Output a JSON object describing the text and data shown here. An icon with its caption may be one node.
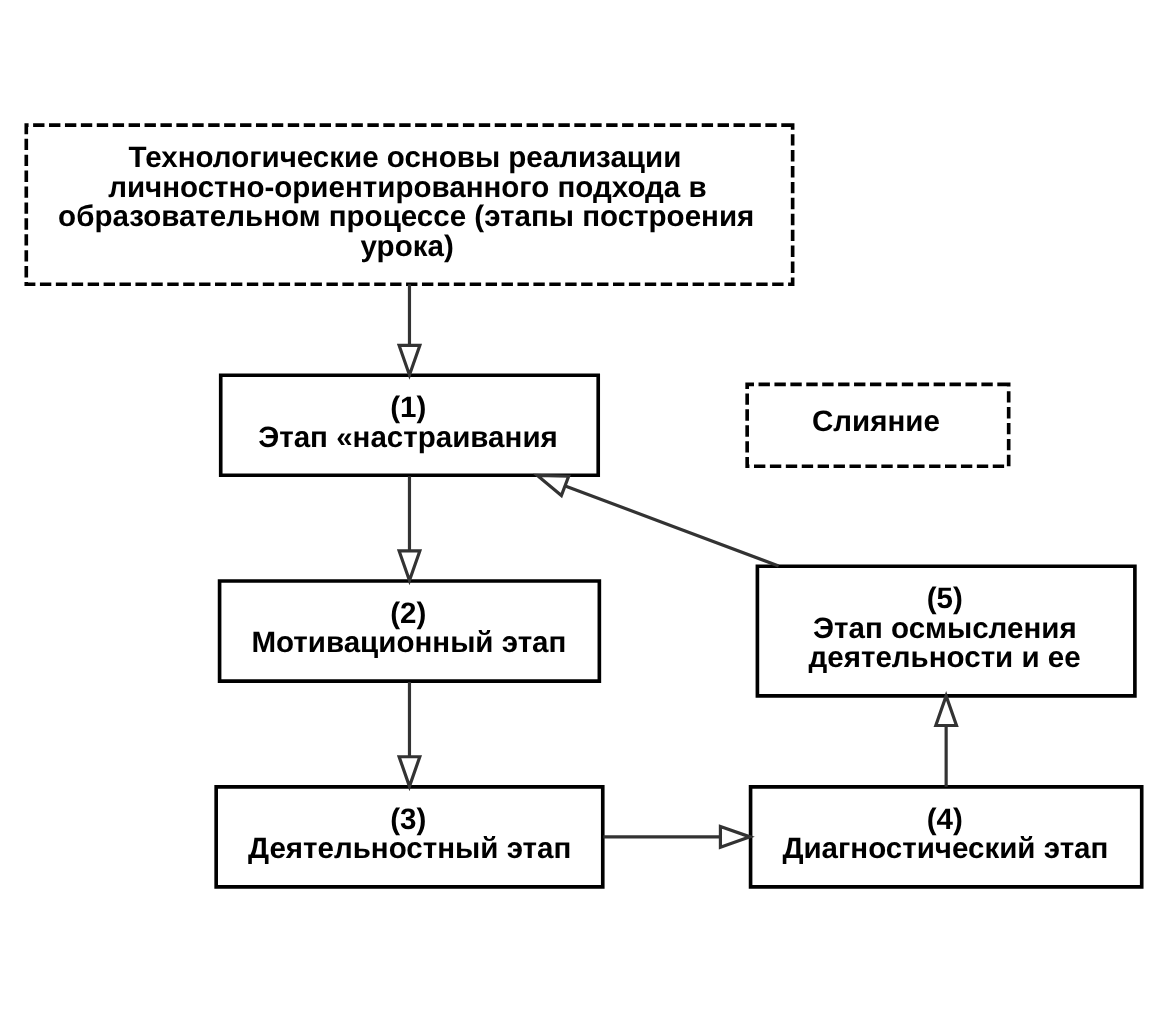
{
  "diagram": {
    "nodes": [
      {
        "text": [
          "Технологические основы реализации личностно-ориентированного подхода в образовательном процессе (этапы построения урока)"
        ]
      },
      {
        "text": [
          "(1)",
          "Этап «настраивания"
        ]
      },
      {
        "text": [
          "(2)",
          "Мотивационный этап"
        ]
      },
      {
        "text": [
          "(3)",
          "Деятельностный этап"
        ]
      },
      {
        "text": [
          "(4)",
          "Диагностический этап"
        ]
      },
      {
        "text": [
          "(5)",
          "Этап осмысления деятельности и ее"
        ]
      },
      {
        "text": [
          "Слияние"
        ]
      }
    ],
    "edges": [
      {
        "from": 0,
        "to": 1,
        "arrow": "to"
      },
      {
        "from": 1,
        "to": 2,
        "arrow": "to"
      },
      {
        "from": 2,
        "to": 3,
        "arrow": "to"
      },
      {
        "from": 3,
        "to": 4,
        "arrow": "to"
      },
      {
        "from": 4,
        "to": 5,
        "arrow": "to"
      },
      {
        "from": 5,
        "to": 1,
        "arrow": "to"
      }
    ]
  }
}
